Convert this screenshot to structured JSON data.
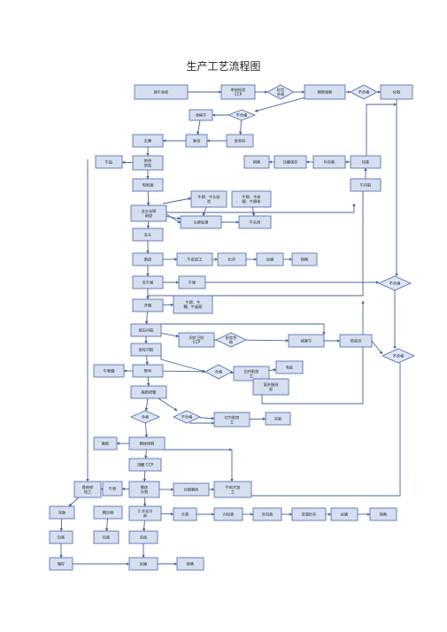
{
  "title": "生产工艺流程图",
  "colors": {
    "node_fill": "#d5dff0",
    "node_stroke": "#4a64a6",
    "edge": "#47609f"
  },
  "nodes": {
    "n1": {
      "text": "商牛验收"
    },
    "n2": {
      "text": "宰前检验\nCCP"
    },
    "n3": {
      "text": "检验\n合格"
    },
    "n4": {
      "text": "隔离观察"
    },
    "n5": {
      "text": "不合格"
    },
    "n6": {
      "text": "化制"
    },
    "n7": {
      "text": "合格牛"
    },
    "n8": {
      "text": "不合格"
    },
    "n9": {
      "text": "淋浴"
    },
    "n10": {
      "text": "急宰间"
    },
    "n11": {
      "text": "击晕"
    },
    "n12": {
      "text": "牛血"
    },
    "n13": {
      "text": "刺杀\n放血"
    },
    "n14": {
      "text": "销售"
    },
    "n15": {
      "text": "冷藏保存"
    },
    "n16": {
      "text": "外包装"
    },
    "n17": {
      "text": "包装"
    },
    "n18": {
      "text": "牛内脏"
    },
    "n19": {
      "text": "电刺激"
    },
    "n20": {
      "text": "牛蹄、牛头检\n验"
    },
    "n21": {
      "text": "牛蹄、牛前\n腿、牛胴体"
    },
    "n22": {
      "text": "去头去蹄\n剥皮"
    },
    "n23": {
      "text": "头蹄处理"
    },
    "n24": {
      "text": "牛头肉"
    },
    "n25": {
      "text": "去头"
    },
    "n26": {
      "text": "剥皮"
    },
    "n27": {
      "text": "牛皮加工"
    },
    "n28": {
      "text": "贮存"
    },
    "n29": {
      "text": "运输"
    },
    "n30": {
      "text": "销售"
    },
    "n31": {
      "text": "去牛尾"
    },
    "n32": {
      "text": "牛尾"
    },
    "n33": {
      "text": "不合格"
    },
    "n34": {
      "text": "开胸"
    },
    "n35": {
      "text": "牛蹄、牛\n鞭、牛板筋"
    },
    "n36": {
      "text": "取白内脏"
    },
    "n37": {
      "text": "同步卫检\nCCP"
    },
    "n38": {
      "text": "检验合\n格"
    },
    "n39": {
      "text": "病害牛"
    },
    "n40": {
      "text": "检验员"
    },
    "n41": {
      "text": "取红内脏"
    },
    "n42": {
      "text": "不合格"
    },
    "n43": {
      "text": "牛脊髓"
    },
    "n44": {
      "text": "劈半"
    },
    "n45": {
      "text": "合格"
    },
    "n46": {
      "text": "白内脏加\n工"
    },
    "n47": {
      "text": "毛肚"
    },
    "n48": {
      "text": "复杂肠冠\n部"
    },
    "n49": {
      "text": "脂肪修整"
    },
    "n50": {
      "text": "合格"
    },
    "n51": {
      "text": "不合格"
    },
    "n52": {
      "text": "红内脏加\n工"
    },
    "n53": {
      "text": "冻板"
    },
    "n54": {
      "text": "脂肪"
    },
    "n55": {
      "text": "胴体修割"
    },
    "n56": {
      "text": "排酸 CCP"
    },
    "n57": {
      "text": "骨肉修\n加工"
    },
    "n58": {
      "text": "牛骨"
    },
    "n59": {
      "text": "胴体\n分割"
    },
    "n60": {
      "text": "分割胴肉"
    },
    "n61": {
      "text": "牛肉大加\n工"
    },
    "n62": {
      "text": "冻肋"
    },
    "n63": {
      "text": "精分割"
    },
    "n64": {
      "text": "2 冷冻冷\n却"
    },
    "n65": {
      "text": "分类"
    },
    "n66": {
      "text": "内包装"
    },
    "n67": {
      "text": "外包装"
    },
    "n68": {
      "text": "低温贮存"
    },
    "n69": {
      "text": "运输"
    },
    "n70": {
      "text": "销售"
    },
    "n71": {
      "text": "包装"
    },
    "n72": {
      "text": "包装"
    },
    "n73": {
      "text": "冻结"
    },
    "n74": {
      "text": "储存"
    },
    "n75": {
      "text": "运输"
    },
    "n76": {
      "text": "销售"
    }
  }
}
